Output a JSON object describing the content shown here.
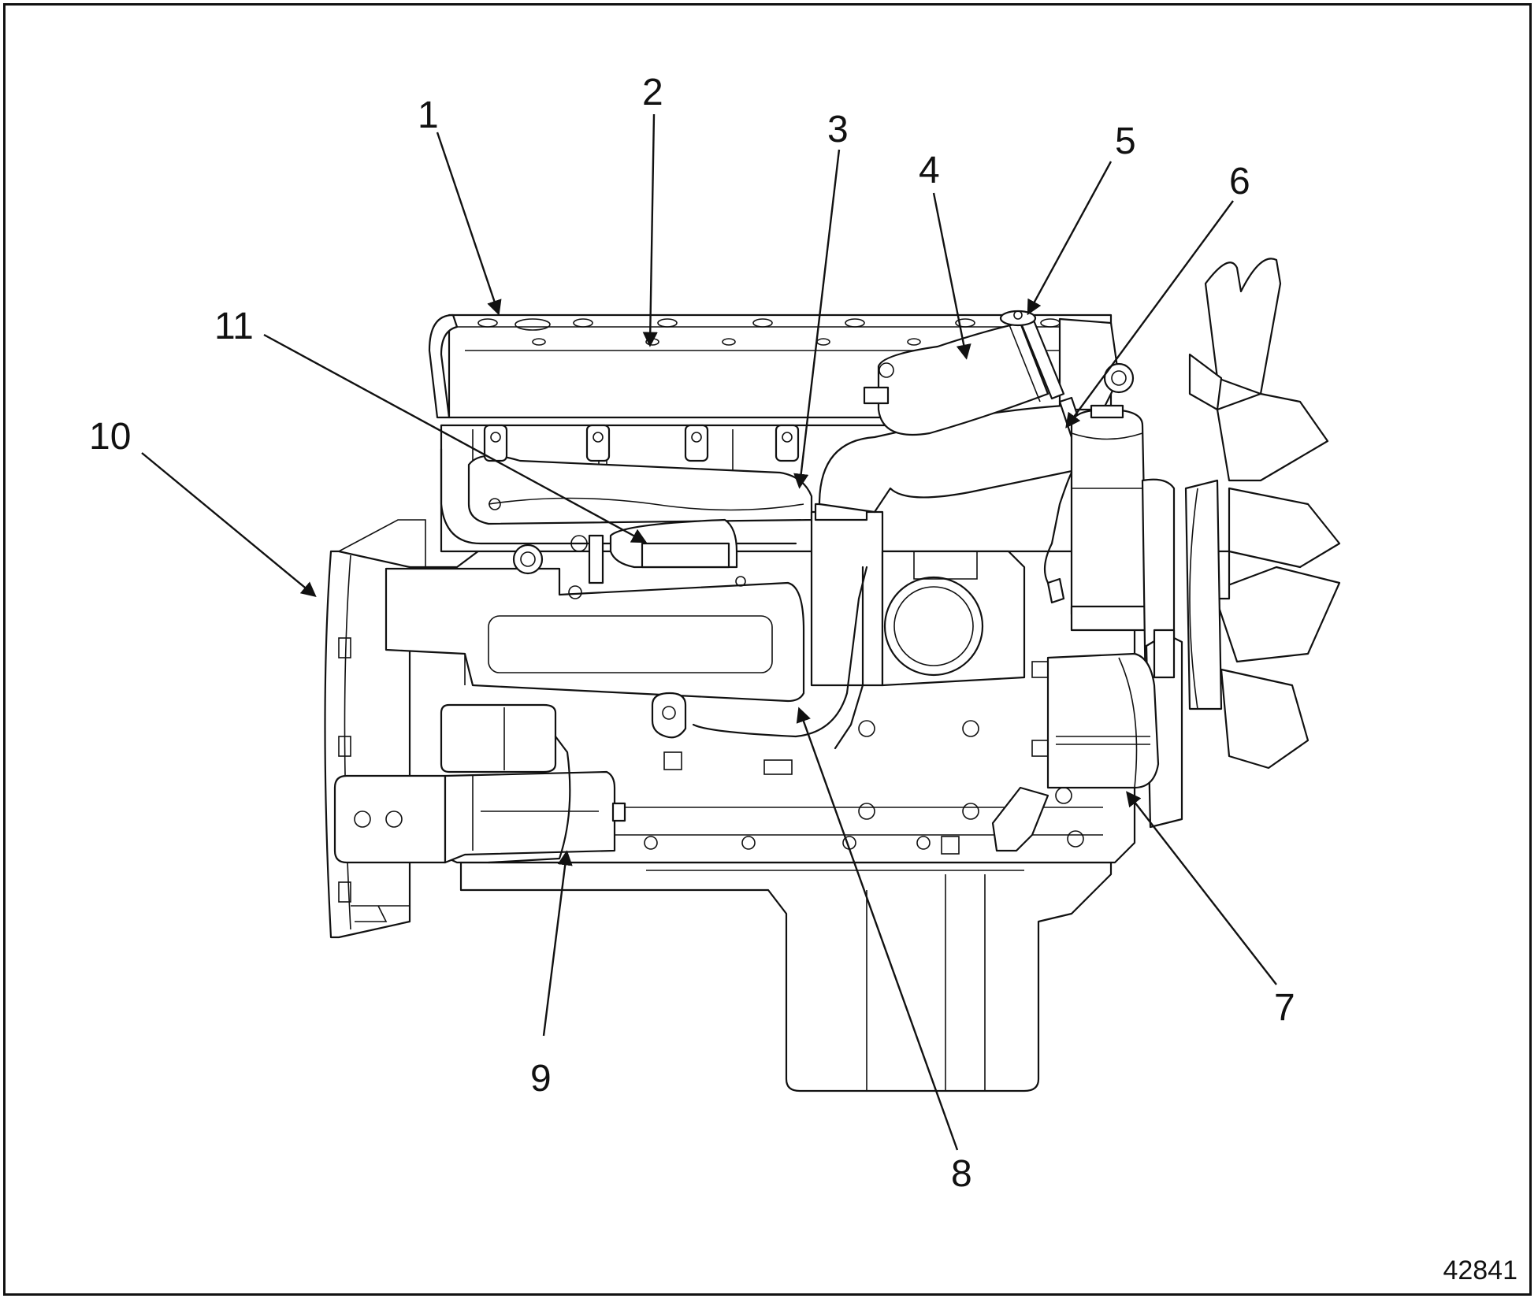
{
  "figure": {
    "number": "42841"
  },
  "callouts": [
    {
      "id": 1,
      "label": "1"
    },
    {
      "id": 2,
      "label": "2"
    },
    {
      "id": 3,
      "label": "3"
    },
    {
      "id": 4,
      "label": "4"
    },
    {
      "id": 5,
      "label": "5"
    },
    {
      "id": 6,
      "label": "6"
    },
    {
      "id": 7,
      "label": "7"
    },
    {
      "id": 8,
      "label": "8"
    },
    {
      "id": 9,
      "label": "9"
    },
    {
      "id": 10,
      "label": "10"
    },
    {
      "id": 11,
      "label": "11"
    }
  ]
}
